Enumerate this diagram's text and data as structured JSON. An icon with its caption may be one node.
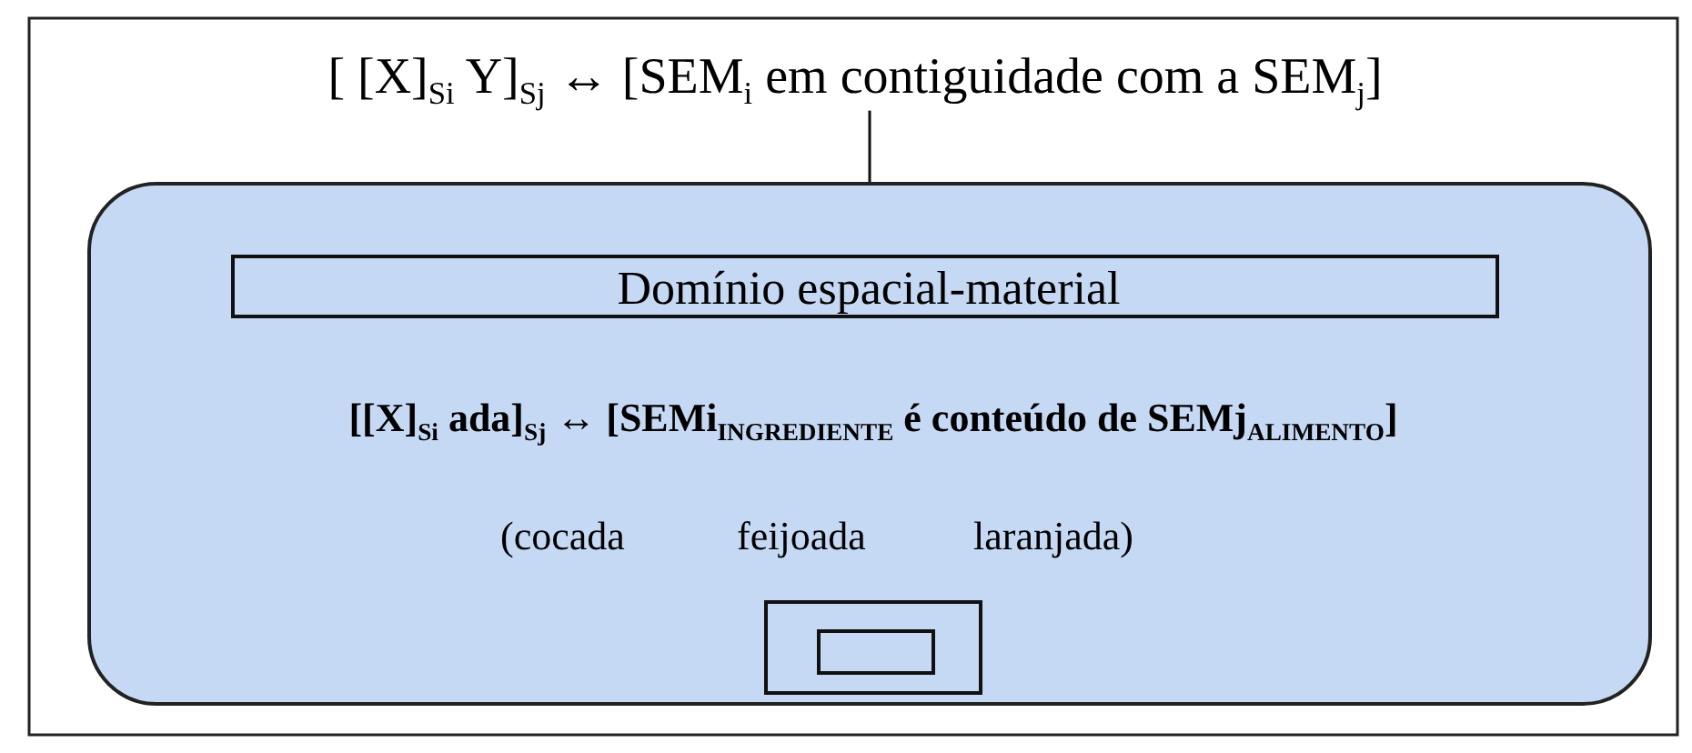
{
  "diagram": {
    "nodes": [
      {
        "text": [
          "[ [X]$_{Si}$ Y]$_{Sj}$ ↔ [SEM$_{i}$ em contiguidade com a  SEM$_{j}$]"
        ]
      },
      {
        "text": [
          "[[X]$_{Si}$ ada]$_{Sj}$ ↔ [SEMi$_{INGREDIENTE}$ é conteúdo de SEMj$_{ALIMENTO}$]",
          "(cocada",
          "feijoada",
          "laranjada)"
        ]
      },
      {
        "text": [
          "Domínio espacial-material"
        ],
        "in": 1
      },
      {
        "text": [],
        "shape": "box",
        "in": 1
      },
      {
        "text": [],
        "shape": "box",
        "in": 3
      }
    ],
    "edges": [
      {
        "from": 0,
        "to": 1,
        "arrow": "none"
      }
    ]
  }
}
